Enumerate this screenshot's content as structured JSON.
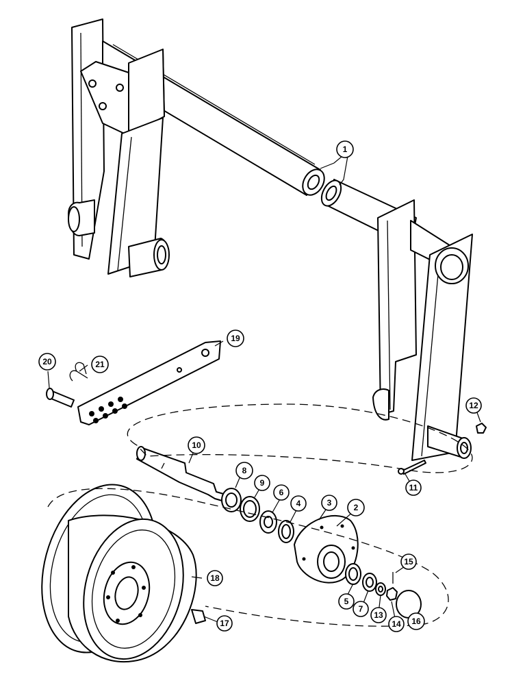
{
  "callouts": [
    {
      "id": "c1",
      "number": "1"
    },
    {
      "id": "c2",
      "number": "2"
    },
    {
      "id": "c3",
      "number": "3"
    },
    {
      "id": "c4",
      "number": "4"
    },
    {
      "id": "c5",
      "number": "5"
    },
    {
      "id": "c6",
      "number": "6"
    },
    {
      "id": "c7",
      "number": "7"
    },
    {
      "id": "c8",
      "number": "8"
    },
    {
      "id": "c9",
      "number": "9"
    },
    {
      "id": "c10",
      "number": "10"
    },
    {
      "id": "c11",
      "number": "11"
    },
    {
      "id": "c12",
      "number": "12"
    },
    {
      "id": "c13",
      "number": "13"
    },
    {
      "id": "c14",
      "number": "14"
    },
    {
      "id": "c15",
      "number": "15"
    },
    {
      "id": "c16",
      "number": "16"
    },
    {
      "id": "c17",
      "number": "17"
    },
    {
      "id": "c18",
      "number": "18"
    },
    {
      "id": "c19",
      "number": "19"
    },
    {
      "id": "c20",
      "number": "20"
    },
    {
      "id": "c21",
      "number": "21"
    }
  ]
}
